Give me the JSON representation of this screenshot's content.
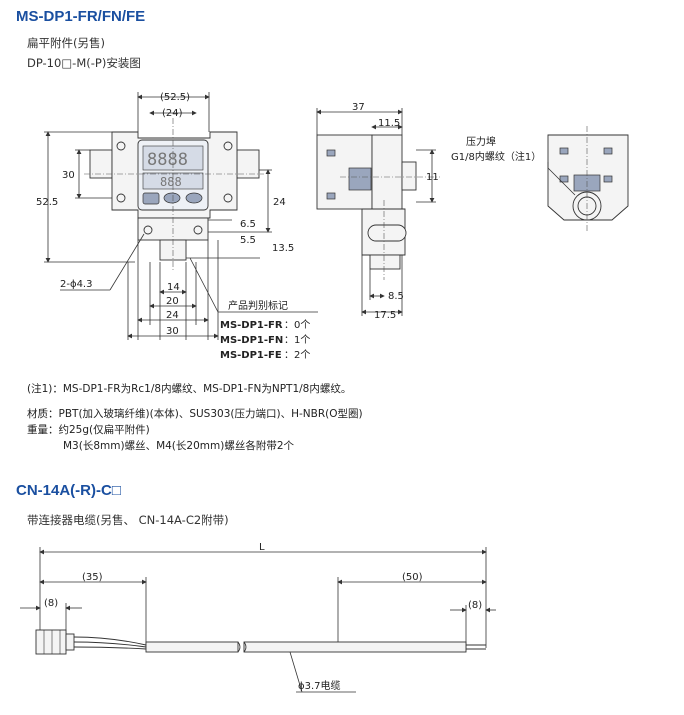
{
  "section1": {
    "title": "MS-DP1-FR/FN/FE",
    "subtitle1": "扁平附件(另售)",
    "subtitle2": "DP-10□-M(-P)安装图"
  },
  "front_view": {
    "dims": {
      "w_overall": "(52.5)",
      "w_inner": "(24)",
      "h_overall": "52.5",
      "h_30": "30",
      "h_24": "24",
      "h_6_5": "6.5",
      "h_5_5": "5.5",
      "h_13_5": "13.5",
      "hole": "2-ϕ4.3",
      "w_14": "14",
      "w_20": "20",
      "w_24": "24",
      "w_30": "30"
    },
    "label_title": "产品判别标记",
    "labels": [
      {
        "model": "MS-DP1-FR",
        "suffix": "：0个"
      },
      {
        "model": "MS-DP1-FN",
        "suffix": "：1个"
      },
      {
        "model": "MS-DP1-FE",
        "suffix": "：2个"
      }
    ]
  },
  "side_view": {
    "dims": {
      "w_37": "37",
      "w_11_5": "11.5",
      "h_11": "11",
      "w_8_5": "8.5",
      "w_17_5": "17.5"
    }
  },
  "port_view": {
    "callout_line1": "压力埠",
    "callout_line2": "G1/8内螺纹（注1）"
  },
  "notes": {
    "note1": "(注1)：MS-DP1-FR为Rc1/8内螺纹、MS-DP1-FN为NPT1/8内螺纹。",
    "material": "材质：PBT(加入玻璃纤维)(本体)、SUS303(压力端口)、H-NBR(O型圈)",
    "weight": "重量：约25g(仅扁平附件)",
    "screws": "M3(长8mm)螺丝、M4(长20mm)螺丝各附带2个"
  },
  "section2": {
    "title": "CN-14A(-R)-C□",
    "subtitle": "带连接器电缆(另售、 CN-14A-C2附带)"
  },
  "cable": {
    "dim_L": "L",
    "dim_35": "(35)",
    "dim_50": "(50)",
    "dim_8_left": "(8)",
    "dim_8_right": "(8)",
    "cable_label": "ϕ3.7电缆"
  }
}
